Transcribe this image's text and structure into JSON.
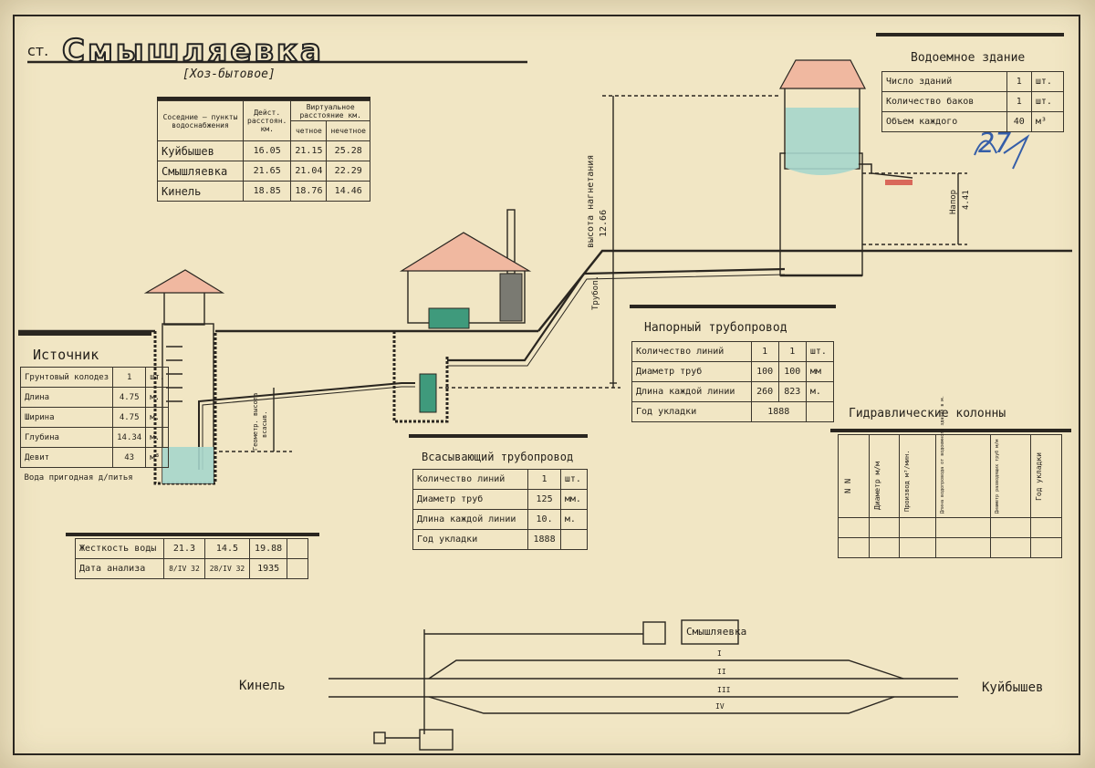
{
  "header": {
    "prefix": "ст.",
    "title": "Смышляевка",
    "subtitle": "[Хоз-бытовое]",
    "stamp": "27"
  },
  "distances_table": {
    "h_points": "Соседние — пункты водоснабжения",
    "h_actual": "Дейст. расстоян. км.",
    "h_virtual": "Виртуальное расстояние км.",
    "h_even": "четное",
    "h_odd": "нечетное",
    "rows": [
      {
        "name": "Куйбышев",
        "actual": "16.05",
        "even": "21.15",
        "odd": "25.28"
      },
      {
        "name": "Смышляевка",
        "actual": "21.65",
        "even": "21.04",
        "odd": "22.29"
      },
      {
        "name": "Кинель",
        "actual": "18.85",
        "even": "18.76",
        "odd": "14.46"
      }
    ]
  },
  "source": {
    "title": "Источник",
    "rows": [
      {
        "label": "Грунтовый колодез",
        "v1": "1",
        "unit": "шт."
      },
      {
        "label": "Длина",
        "v1": "4.75",
        "unit": "м."
      },
      {
        "label": "Ширина",
        "v1": "4.75",
        "unit": "м."
      },
      {
        "label": "Глубина",
        "v1": "14.34",
        "unit": "м."
      },
      {
        "label": "Девит",
        "v1": "43",
        "unit": "м³"
      }
    ],
    "note": "Вода пригодная д/питья"
  },
  "tower_table": {
    "title": "Водоемное здание",
    "rows": [
      {
        "label": "Число зданий",
        "v": "1",
        "unit": "шт."
      },
      {
        "label": "Количество баков",
        "v": "1",
        "unit": "шт."
      },
      {
        "label": "Объем каждого",
        "v": "40",
        "unit": "м³"
      }
    ]
  },
  "pressure_pipe": {
    "title": "Напорный трубопровод",
    "rows": [
      {
        "label": "Количество линий",
        "v1": "1",
        "v2": "1",
        "unit": "шт."
      },
      {
        "label": "Диаметр труб",
        "v1": "100",
        "v2": "100",
        "unit": "мм"
      },
      {
        "label": "Длина каждой линии",
        "v1": "260",
        "v2": "823",
        "unit": "м."
      },
      {
        "label": "Год укладки",
        "v1": "1888",
        "v2": "",
        "unit": ""
      }
    ]
  },
  "suction_pipe": {
    "title": "Всасывающий трубопровод",
    "rows": [
      {
        "label": "Количество линий",
        "v": "1",
        "unit": "шт."
      },
      {
        "label": "Диаметр труб",
        "v": "125",
        "unit": "мм."
      },
      {
        "label": "Длина каждой линии",
        "v": "10.",
        "unit": "м."
      },
      {
        "label": "Год укладки",
        "v": "1888",
        "unit": ""
      }
    ]
  },
  "water_quality": {
    "rows": [
      {
        "label": "Жесткость воды",
        "a": "21.3",
        "b": "14.5",
        "c": "19.88"
      },
      {
        "label": "Дата анализа",
        "a": "8/IV 32",
        "b": "28/IV 32",
        "c": "1935"
      }
    ]
  },
  "hydrant_table": {
    "title": "Гидравлические колонны",
    "headers": [
      "N N",
      "Диаметр м/м",
      "Производ м³/мин.",
      "Длина водопровода от водоемного здания в м.",
      "Диаметр разводящих труб м/м",
      "Год укладки"
    ]
  },
  "profile_labels": {
    "head_height": "высота нагнетания",
    "head_value": "12.66",
    "geometric": "Геометр. высота",
    "suction": "всасыв.",
    "pressure": "Напор",
    "pressure_value": "4.41",
    "pipe": "Трубоп."
  },
  "track_plan": {
    "station": "Смышляевка",
    "left": "Кинель",
    "right": "Куйбышев",
    "tracks": [
      "I",
      "II",
      "III",
      "IV"
    ]
  },
  "colors": {
    "paper": "#f1e6c4",
    "ink": "#26221c",
    "roof": "#f0b8a0",
    "water": "#a6d6cc",
    "pump": "#3f9a7c",
    "tank": "#7a7a72"
  }
}
